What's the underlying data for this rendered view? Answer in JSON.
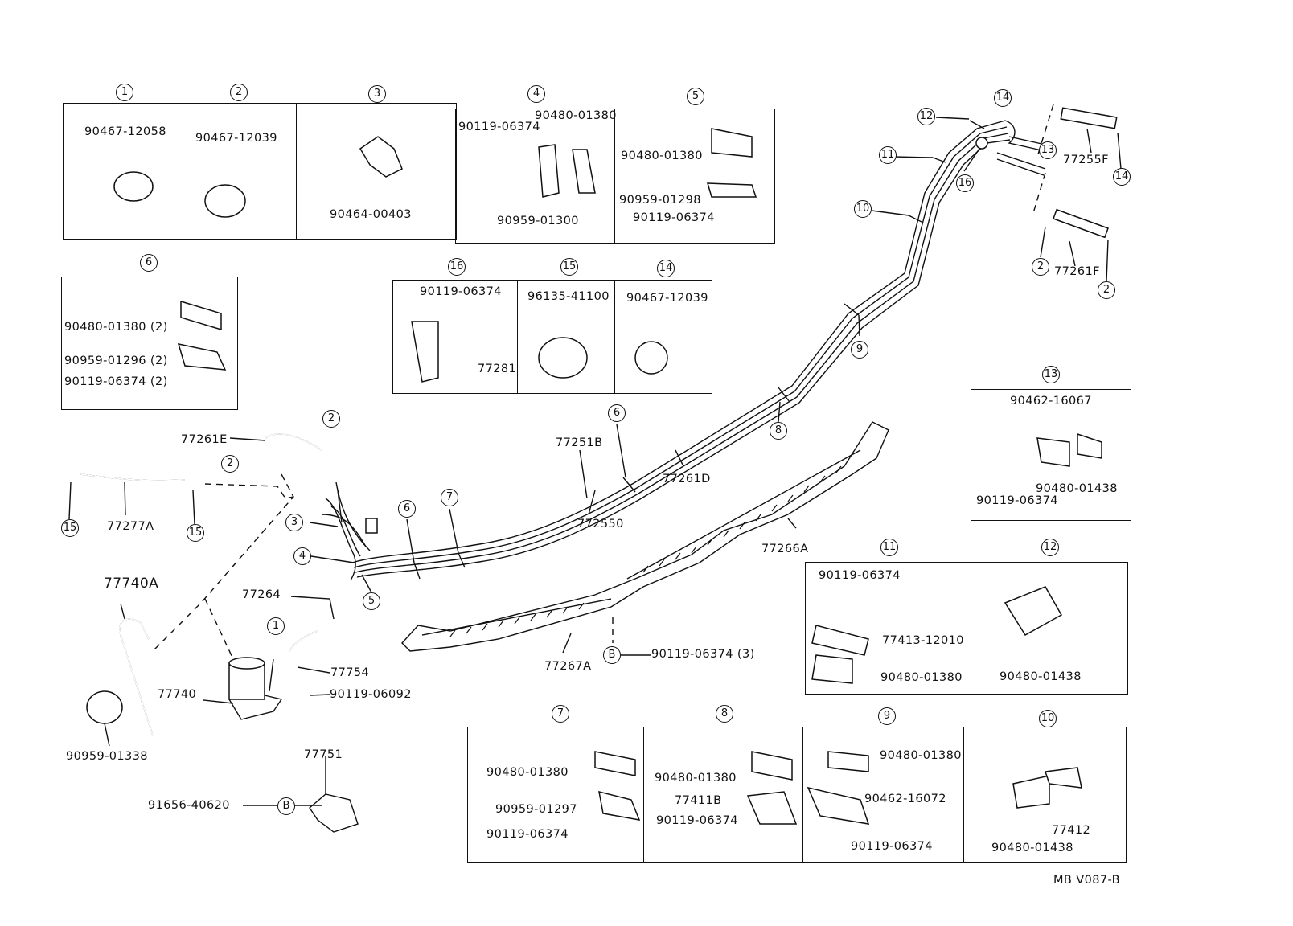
{
  "drawing_ref": "MB V087-B",
  "callouts": {
    "c1": "1",
    "c2": "2",
    "c3": "3",
    "c4": "4",
    "c5": "5",
    "c6": "6",
    "c16": "16",
    "c15": "15",
    "c14": "14",
    "c13": "13",
    "c11": "11",
    "c12": "12",
    "c7": "7",
    "c8": "8",
    "c9": "9",
    "c10": "10"
  },
  "box1": {
    "p1": "90467-12058"
  },
  "box2": {
    "p1": "90467-12039"
  },
  "box3": {
    "p1": "90464-00403"
  },
  "box4": {
    "p1": "90119-06374",
    "p2": "90480-01380",
    "p3": "90959-01300"
  },
  "box5": {
    "p1": "90480-01380",
    "p2": "90959-01298",
    "p3": "90119-06374"
  },
  "box6": {
    "p1": "90480-01380 (2)",
    "p2": "90959-01296 (2)",
    "p3": "90119-06374 (2)"
  },
  "box16": {
    "p1": "90119-06374",
    "p2": "77281"
  },
  "box15": {
    "p1": "96135-41100"
  },
  "box14": {
    "p1": "90467-12039"
  },
  "box13": {
    "p1": "90462-16067",
    "p2": "90119-06374",
    "p3": "90480-01438"
  },
  "box11": {
    "p1": "90119-06374",
    "p2": "77413-12010",
    "p3": "90480-01380"
  },
  "box12": {
    "p1": "90480-01438"
  },
  "box7": {
    "p1": "90480-01380",
    "p2": "90959-01297",
    "p3": "90119-06374"
  },
  "box8": {
    "p1": "90480-01380",
    "p2": "77411B",
    "p3": "90119-06374"
  },
  "box9": {
    "p1": "90480-01380",
    "p2": "90462-16072",
    "p3": "90119-06374"
  },
  "box10": {
    "p1": "77412",
    "p2": "90480-01438"
  },
  "main": {
    "p77261E": "77261E",
    "p77277A": "77277A",
    "p77740A": "77740A",
    "p90959_01338": "90959-01338",
    "p77264": "77264",
    "p77754": "77754",
    "p77740": "77740",
    "p90119_06092": "90119-06092",
    "p77751": "77751",
    "p91656_40620": "91656-40620",
    "b_letter": "B",
    "b_letter2": "B",
    "p77251B": "77251B",
    "p772550": "772550",
    "p77261D": "77261D",
    "p77266A": "77266A",
    "p77267A": "77267A",
    "p90119_06374_3": "90119-06374 (3)",
    "p77255F": "77255F",
    "p77261F": "77261F"
  }
}
